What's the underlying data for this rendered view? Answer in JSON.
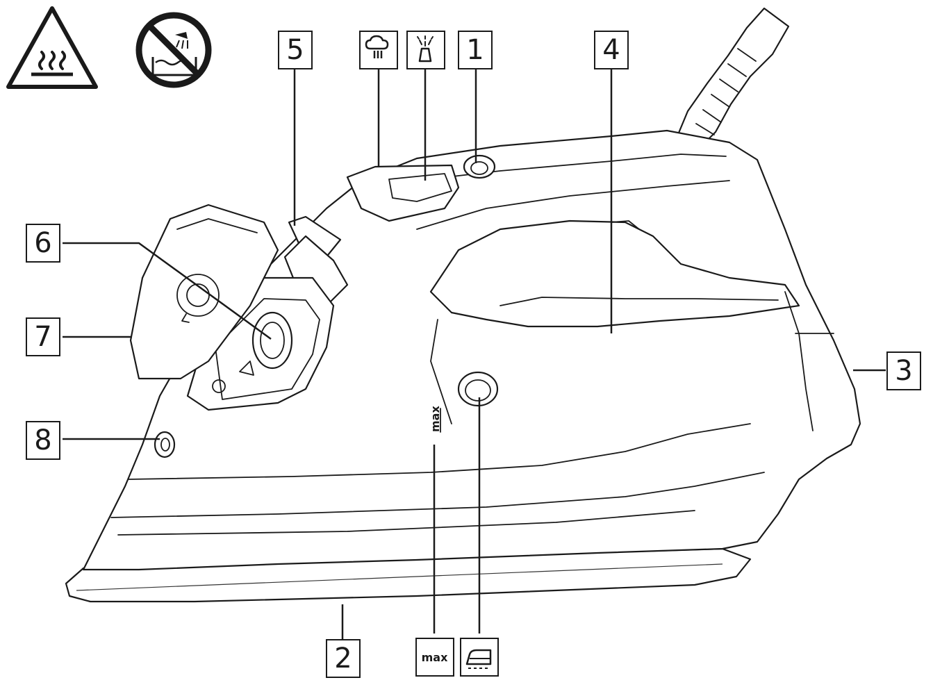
{
  "callouts": {
    "c1": "1",
    "c2": "2",
    "c3": "3",
    "c4": "4",
    "c5": "5",
    "c6": "6",
    "c7": "7",
    "c8": "8"
  },
  "symbols": {
    "max_box_label": "max",
    "tank_max_mark": "max"
  },
  "icons": {
    "hot_surface": "hot-surface-warning-icon",
    "no_immersion": "no-water-immersion-icon",
    "steam_burst": "steam-burst-icon",
    "spray": "spray-icon",
    "iron_setting": "iron-temperature-icon"
  }
}
